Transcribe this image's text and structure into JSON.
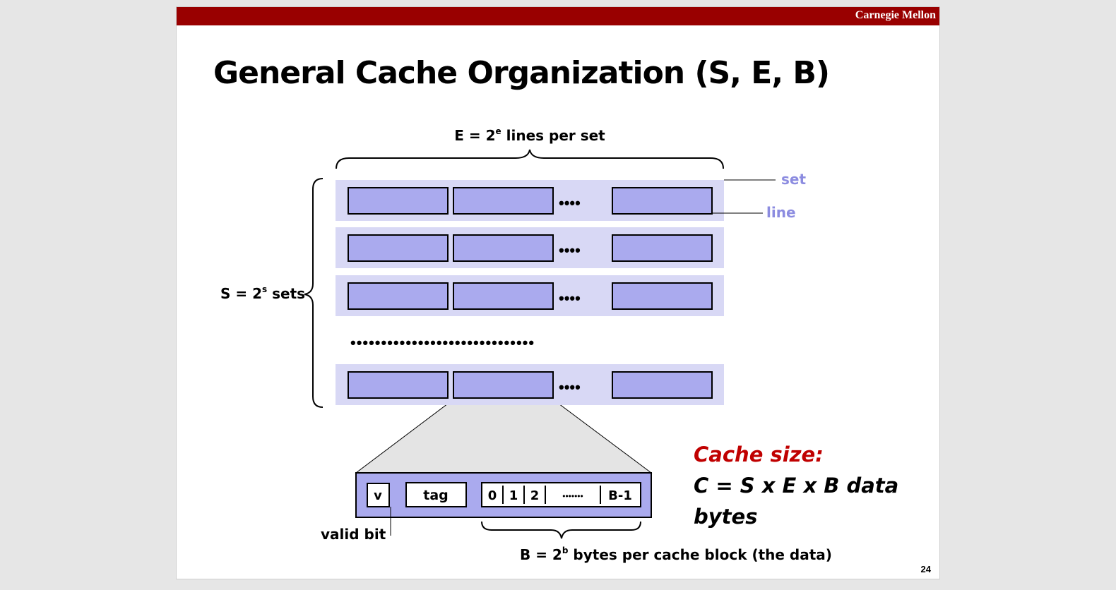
{
  "header": {
    "institution": "Carnegie Mellon",
    "bar_color": "#990000"
  },
  "title": "General Cache Organization (S, E, B)",
  "labels": {
    "lines_per_set": "E = 2",
    "lines_per_set_exp": "e",
    "lines_per_set_tail": " lines per set",
    "sets": "S = 2",
    "sets_exp": "s",
    "sets_tail": " sets",
    "set": "set",
    "line": "line",
    "valid_bit": "valid bit",
    "bytes_per_block": "B = 2",
    "bytes_per_block_exp": "b",
    "bytes_per_block_tail": " bytes per cache block (the data)"
  },
  "cache_line_fields": {
    "valid": "v",
    "tag": "tag",
    "bytes": [
      "0",
      "1",
      "2"
    ],
    "dots": "•••••••",
    "last": "B-1"
  },
  "cache_size": {
    "title": "Cache size:",
    "formula": "C = S x E x B data bytes"
  },
  "page_number": "24",
  "colors": {
    "set_fill": "#d8d8f5",
    "line_fill": "#aaaaee",
    "annotation": "#8c8ce0",
    "emphasis": "#c00000"
  }
}
